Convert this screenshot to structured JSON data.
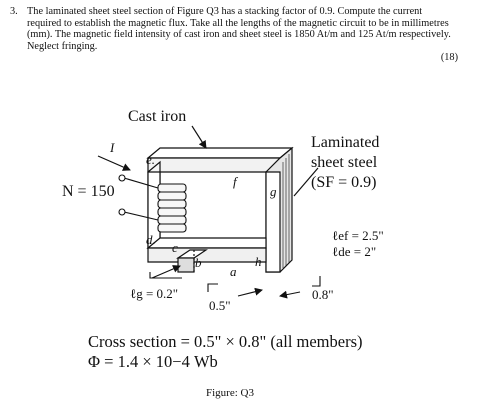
{
  "question": {
    "number": "3.",
    "text": "The laminated sheet steel section of Figure Q3 has a stacking factor of 0.9. Compute the current required to establish the magnetic flux. Take all the lengths of the magnetic circuit to be in millimetres (mm). The magnetic field intensity of cast iron and sheet steel is 1850 At/m and 125 At/m respectively. Neglect fringing.",
    "marks": "(18)"
  },
  "figure": {
    "cast_iron_label": "Cast iron",
    "laminated_line1": "Laminated",
    "laminated_line2": "sheet steel",
    "laminated_line3": "(SF = 0.9)",
    "current_label": "I",
    "turns_label": "N = 150",
    "points": {
      "a": "a",
      "b": "b",
      "c": "c",
      "d": "d.",
      "e": "e.",
      "f": "f",
      "g": "g",
      "h": "h"
    },
    "lef_label": "ℓef = 2.5\"",
    "lde_label": "ℓde = 2\"",
    "lg_label": "ℓg = 0.2\"",
    "dim_05_label": "0.5\"",
    "dim_08_label": "0.8\"",
    "cross_section": "Cross section = 0.5\" × 0.8\" (all members)",
    "flux": "Φ = 1.4 × 10−4 Wb",
    "caption": "Figure: Q3"
  }
}
